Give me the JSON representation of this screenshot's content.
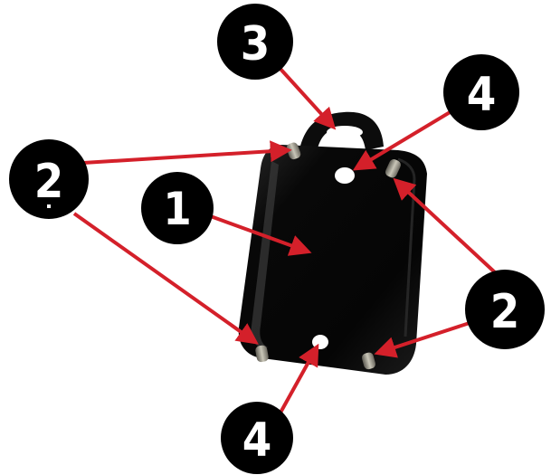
{
  "image": {
    "description_free": true,
    "colors": {
      "background": "#ffffff",
      "plate": "#0b0b0b",
      "plate_highlight": "#3a3a3a",
      "arrow": "#d4202a",
      "callout_fill": "#000000",
      "callout_text": "#ffffff",
      "pin": "#8a8a80"
    }
  },
  "callouts": [
    {
      "id": "callout-1",
      "label": "1"
    },
    {
      "id": "callout-2-left",
      "label": "2"
    },
    {
      "id": "callout-2-right",
      "label": "2"
    },
    {
      "id": "callout-3",
      "label": "3"
    },
    {
      "id": "callout-4-top",
      "label": "4"
    },
    {
      "id": "callout-4-bottom",
      "label": "4"
    }
  ]
}
